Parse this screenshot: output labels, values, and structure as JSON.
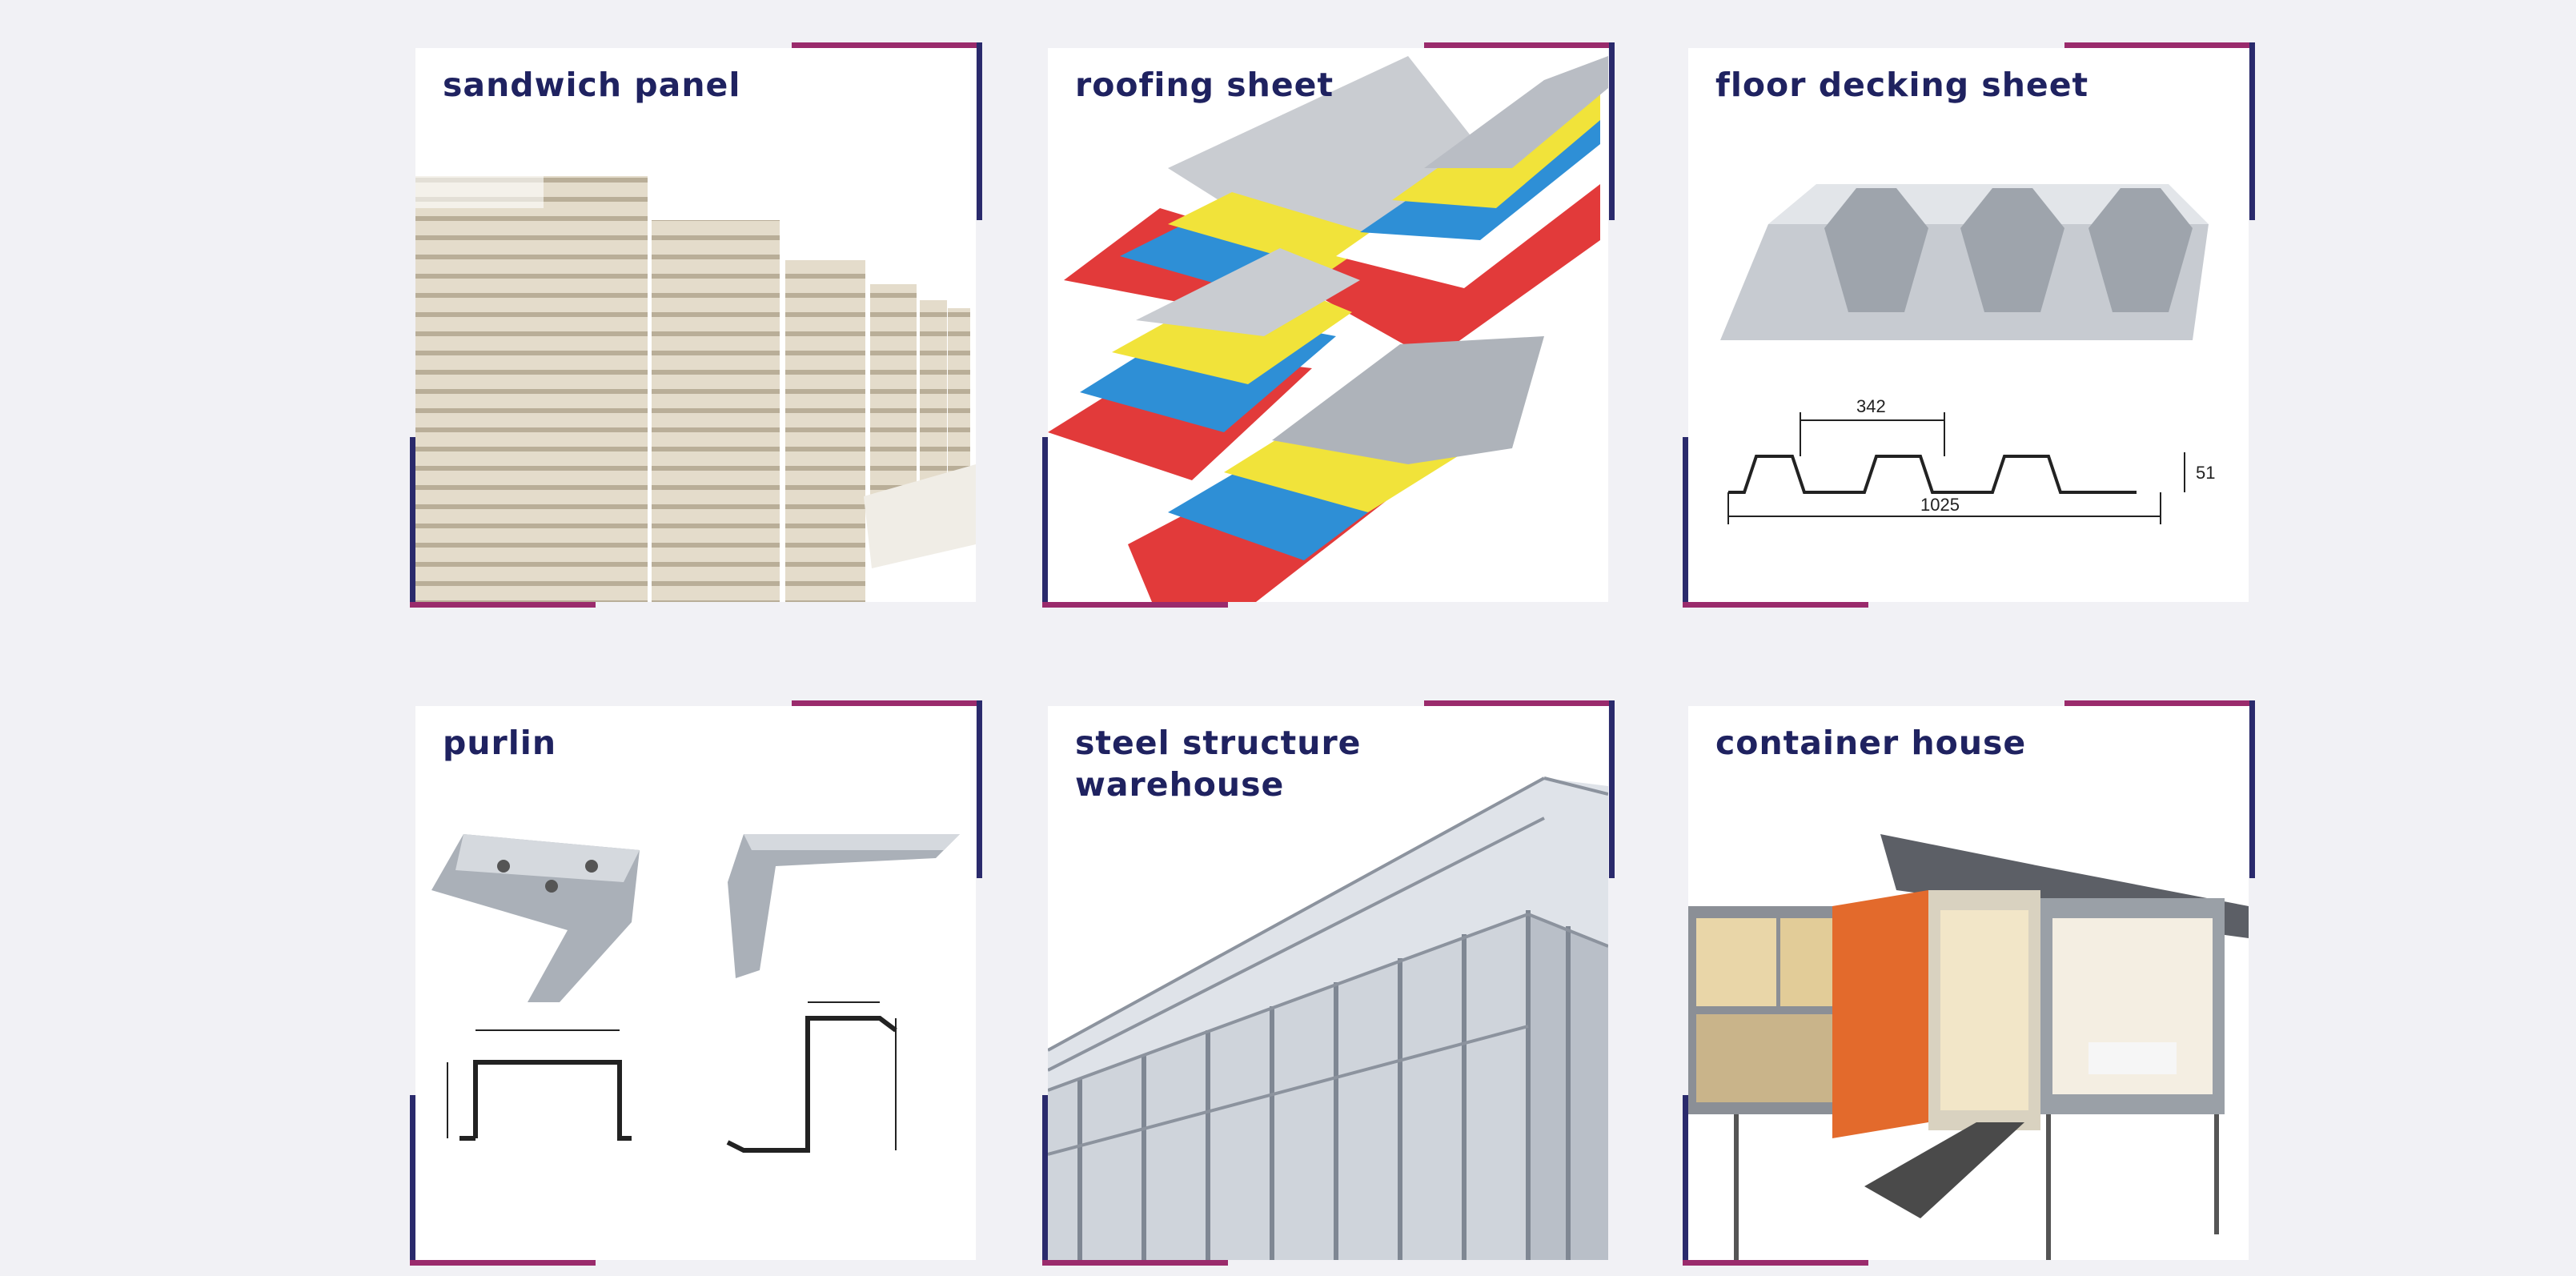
{
  "accent_colors": {
    "magenta": "#9a2b6c",
    "navy": "#2a2a6c",
    "title": "#1f2260"
  },
  "products": [
    {
      "title_lines": [
        "sandwich panel"
      ],
      "image": "sandwich-panel-stacks-image"
    },
    {
      "title_lines": [
        "roofing sheet"
      ],
      "image": "colored-roofing-sheets-image"
    },
    {
      "title_lines": [
        "floor decking sheet"
      ],
      "image": "floor-decking-profile-image",
      "diagram": {
        "pitch": "342",
        "width": "1025",
        "height": "51"
      }
    },
    {
      "title_lines": [
        "purlin"
      ],
      "image": "c-and-z-purlin-image"
    },
    {
      "title_lines": [
        "steel structure",
        "warehouse"
      ],
      "image": "steel-frame-warehouse-image"
    },
    {
      "title_lines": [
        "container house"
      ],
      "image": "container-house-image"
    }
  ]
}
